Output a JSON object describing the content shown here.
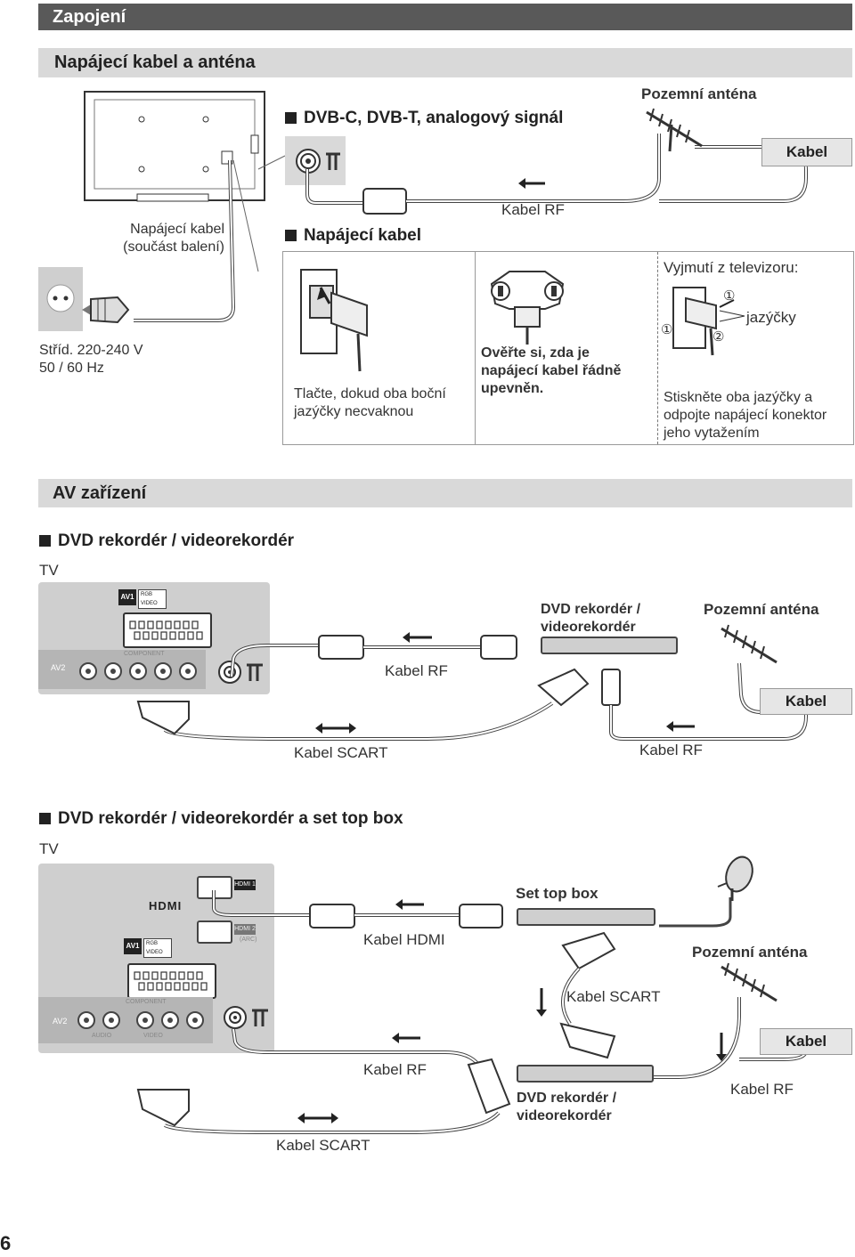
{
  "header": {
    "title": "Zapojení"
  },
  "section1": {
    "title": "Napájecí kabel a anténa",
    "sub_dvb": "DVB-C, DVB-T, analogový signál",
    "ground_antenna": "Pozemní anténa",
    "cable": "Kabel",
    "rf_cable": "Kabel RF",
    "power_cable_label_1": "Napájecí kabel",
    "power_cable_label_2": "(součást balení)",
    "sub_power": "Napájecí kabel",
    "mains_1": "Stříd. 220-240 V",
    "mains_2": "50 / 60 Hz",
    "push_1": "Tlačte, dokud oba boční",
    "push_2": "jazýčky necvaknou",
    "check_1": "Ověřte si, zda je",
    "check_2": "napájecí kabel řádně",
    "check_3": "upevněn.",
    "removal_title": "Vyjmutí z televizoru:",
    "tabs_label": "jazýčky",
    "step1": "①",
    "step2": "②",
    "press_1": "Stiskněte oba jazýčky a",
    "press_2": "odpojte napájecí konektor",
    "press_3": "jeho vytažením"
  },
  "section2": {
    "title": "AV zařízení",
    "sub1": {
      "title": "DVD rekordér / videorekordér",
      "tv": "TV",
      "av1": "AV1",
      "rgb": "RGB",
      "video": "VIDEO",
      "av2": "AV2",
      "component": "COMPONENT",
      "recorder_1": "DVD rekordér /",
      "recorder_2": "videorekordér",
      "ground_antenna": "Pozemní anténa",
      "rf_cable_top": "Kabel RF",
      "cable": "Kabel",
      "scart_cable": "Kabel SCART",
      "rf_cable_bottom": "Kabel RF"
    },
    "sub2": {
      "title": "DVD rekordér / videorekordér a set top box",
      "tv": "TV",
      "hdmi_logo": "HDMI",
      "hdmi1": "HDMI 1",
      "hdmi2": "HDMI 2",
      "arc": "(ARC)",
      "av1": "AV1",
      "rgb": "RGB",
      "video": "VIDEO",
      "av2": "AV2",
      "component": "COMPONENT",
      "audio": "AUDIO",
      "video_small": "VIDEO",
      "set_top_box": "Set top box",
      "hdmi_cable": "Kabel HDMI",
      "ground_antenna": "Pozemní anténa",
      "scart_cable_mid": "Kabel SCART",
      "cable": "Kabel",
      "rf_cable_left": "Kabel RF",
      "rf_cable_right": "Kabel RF",
      "recorder_1": "DVD rekordér /",
      "recorder_2": "videorekordér",
      "scart_cable_bottom": "Kabel SCART"
    }
  },
  "page_number": "6"
}
